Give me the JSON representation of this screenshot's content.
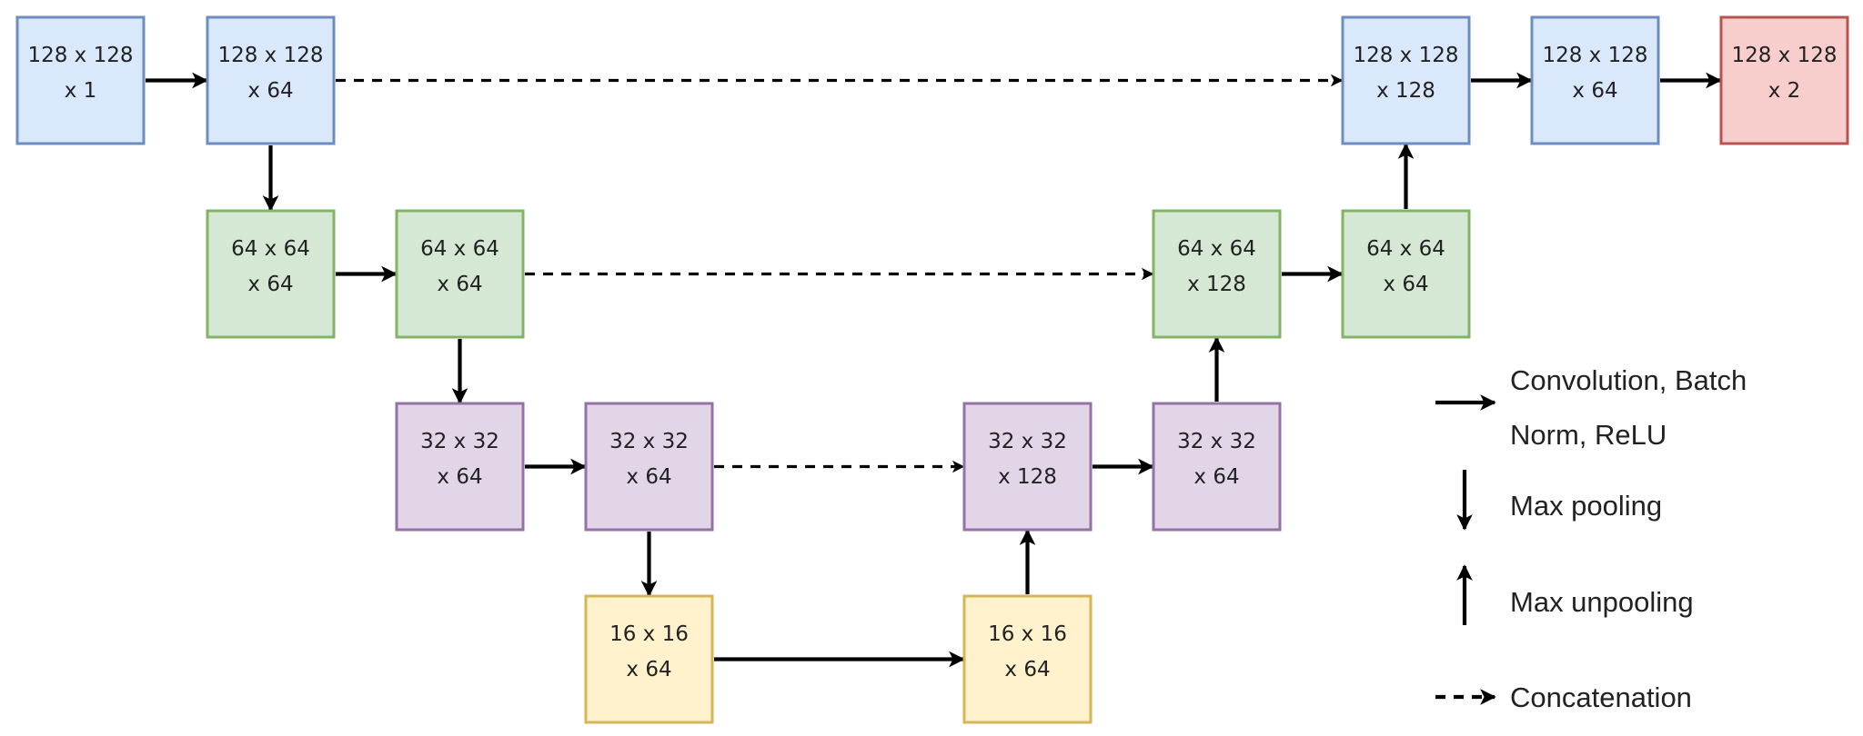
{
  "colors": {
    "blue_fill": "#dae8fc",
    "blue_stroke": "#6c8ebf",
    "green_fill": "#d5e8d4",
    "green_stroke": "#82b366",
    "purple_fill": "#e1d5e7",
    "purple_stroke": "#9673a6",
    "yellow_fill": "#fff2cc",
    "yellow_stroke": "#d6b656",
    "red_fill": "#f8cecc",
    "red_stroke": "#b85450",
    "arrow": "#000000"
  },
  "nodes": [
    {
      "id": "n1",
      "color": "blue",
      "line1": "128 x 128",
      "line2": "x 1"
    },
    {
      "id": "n2",
      "color": "blue",
      "line1": "128 x 128",
      "line2": "x 64"
    },
    {
      "id": "n3",
      "color": "green",
      "line1": "64 x 64",
      "line2": "x 64"
    },
    {
      "id": "n4",
      "color": "green",
      "line1": "64 x 64",
      "line2": "x 64"
    },
    {
      "id": "n5",
      "color": "purple",
      "line1": "32 x 32",
      "line2": "x 64"
    },
    {
      "id": "n6",
      "color": "purple",
      "line1": "32 x 32",
      "line2": "x 64"
    },
    {
      "id": "n7",
      "color": "yellow",
      "line1": "16 x 16",
      "line2": "x 64"
    },
    {
      "id": "n8",
      "color": "yellow",
      "line1": "16 x 16",
      "line2": "x 64"
    },
    {
      "id": "n9",
      "color": "purple",
      "line1": "32 x 32",
      "line2": "x 128"
    },
    {
      "id": "n10",
      "color": "purple",
      "line1": "32 x 32",
      "line2": "x 64"
    },
    {
      "id": "n11",
      "color": "green",
      "line1": "64 x 64",
      "line2": "x 128"
    },
    {
      "id": "n12",
      "color": "green",
      "line1": "64 x 64",
      "line2": "x 64"
    },
    {
      "id": "n13",
      "color": "blue",
      "line1": "128 x 128",
      "line2": "x 128"
    },
    {
      "id": "n14",
      "color": "blue",
      "line1": "128 x 128",
      "line2": "x 64"
    },
    {
      "id": "n15",
      "color": "red",
      "line1": "128 x 128",
      "line2": "x 2"
    }
  ],
  "edges": [
    {
      "from": "n1",
      "to": "n2",
      "kind": "conv"
    },
    {
      "from": "n2",
      "to": "n3",
      "kind": "pool"
    },
    {
      "from": "n3",
      "to": "n4",
      "kind": "conv"
    },
    {
      "from": "n4",
      "to": "n5",
      "kind": "pool"
    },
    {
      "from": "n5",
      "to": "n6",
      "kind": "conv"
    },
    {
      "from": "n6",
      "to": "n7",
      "kind": "pool"
    },
    {
      "from": "n7",
      "to": "n8",
      "kind": "conv"
    },
    {
      "from": "n8",
      "to": "n9",
      "kind": "unpool"
    },
    {
      "from": "n9",
      "to": "n10",
      "kind": "conv"
    },
    {
      "from": "n10",
      "to": "n11",
      "kind": "unpool"
    },
    {
      "from": "n11",
      "to": "n12",
      "kind": "conv"
    },
    {
      "from": "n12",
      "to": "n13",
      "kind": "unpool"
    },
    {
      "from": "n13",
      "to": "n14",
      "kind": "conv"
    },
    {
      "from": "n14",
      "to": "n15",
      "kind": "conv"
    },
    {
      "from": "n2",
      "to": "n13",
      "kind": "concat"
    },
    {
      "from": "n4",
      "to": "n11",
      "kind": "concat"
    },
    {
      "from": "n6",
      "to": "n9",
      "kind": "concat"
    }
  ],
  "legend": {
    "conv_line1": "Convolution, Batch",
    "conv_line2": "Norm, ReLU",
    "pool": "Max pooling",
    "unpool": "Max unpooling",
    "concat": "Concatenation"
  }
}
